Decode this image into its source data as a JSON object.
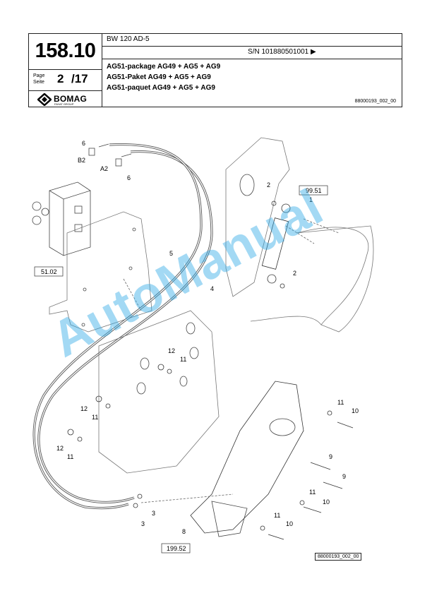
{
  "header": {
    "model": "BW 120 AD-5",
    "serial": "S/N 101880501001",
    "page_code": "158.10",
    "page_label_en": "Page",
    "page_label_de": "Seite",
    "page_current": "2",
    "page_total": "/17",
    "title_en": "AG51-package AG49 + AG5 + AG9",
    "title_de": "AG51-Paket AG49 + AG5 + AG9",
    "title_fr": "AG51-paquet AG49 + AG5 + AG9",
    "doc_ref": "88000193_002_00",
    "brand": "BOMAG",
    "brand_sub": "FAYAT GROUP"
  },
  "diagram": {
    "ref_boxes": [
      "99.51",
      "51.02",
      "199.52"
    ],
    "callouts": [
      "1",
      "2",
      "2",
      "3",
      "3",
      "4",
      "5",
      "6",
      "6",
      "8",
      "9",
      "9",
      "10",
      "10",
      "10",
      "11",
      "11",
      "11",
      "11",
      "11",
      "11",
      "12",
      "12",
      "12"
    ],
    "port_labels": [
      "B2",
      "A2"
    ],
    "figure_ref": "88000193_002_00"
  },
  "watermark": "AutoManual"
}
